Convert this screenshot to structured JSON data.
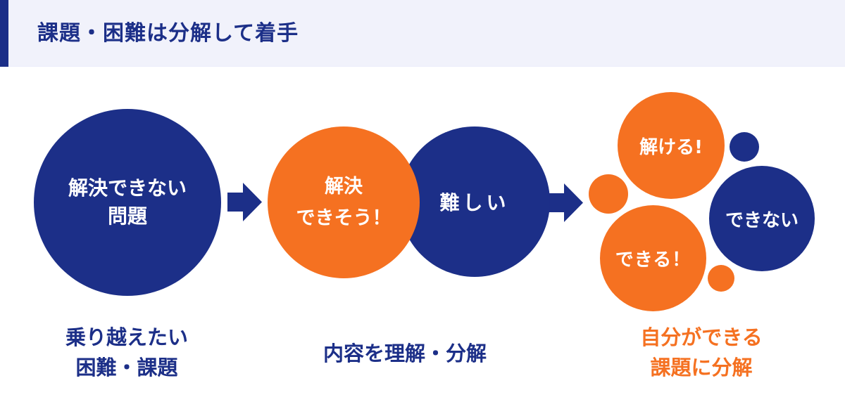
{
  "header": {
    "title": "課題・困難は分解して着手"
  },
  "colors": {
    "navy": "#1c2f88",
    "orange": "#f57121",
    "header_bg": "#f1f2fb",
    "circle_text": "#ffffff"
  },
  "diagram": {
    "stage1": {
      "circle_label": "解決できない\n問題",
      "caption": "乗り越えたい\n困難・課題"
    },
    "stage2": {
      "orange_circle_label": "解決\nできそう！",
      "navy_circle_label": "難しい",
      "caption": "内容を理解・分解"
    },
    "stage3": {
      "solvable_label": "解ける!",
      "cannot_label": "できない",
      "can_label": "できる！",
      "caption": "自分ができる\n課題に分解"
    }
  }
}
